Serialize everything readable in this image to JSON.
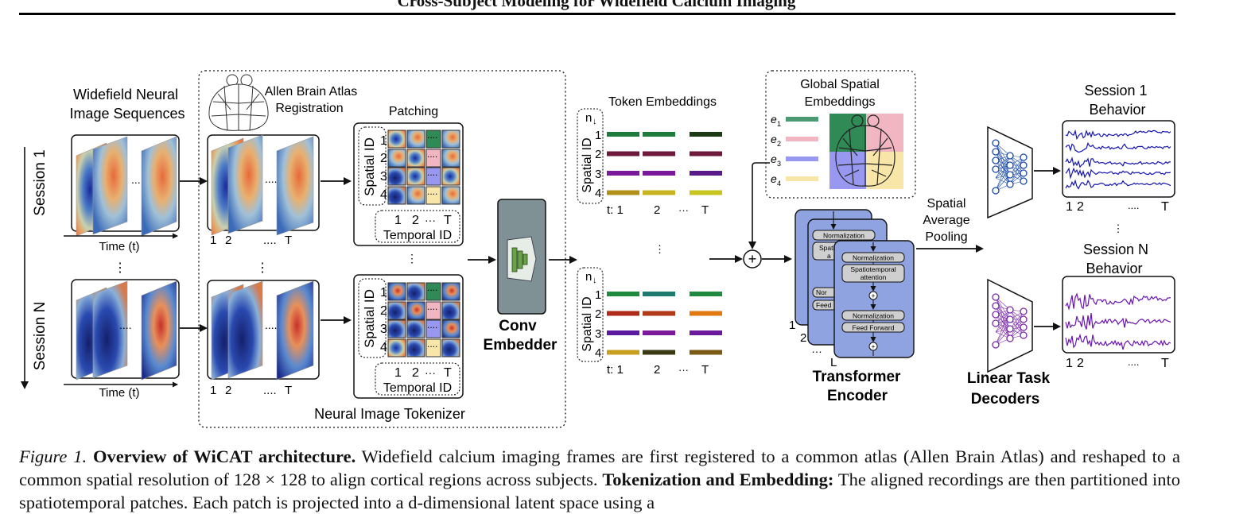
{
  "header": {
    "title": "Cross-Subject Modeling for Widefield Calcium Imaging"
  },
  "figure": {
    "input": {
      "title_line1": "Widefield Neural",
      "title_line2": "Image Sequences",
      "session_top": "Session 1",
      "session_bottom": "Session N",
      "time_label": "Time (t)",
      "dots": "⋮",
      "frame_dots": "....",
      "tick_1": "1",
      "tick_2": "2",
      "tick_ellipsis": "....",
      "tick_T": "T"
    },
    "tokenizer": {
      "atlas_line1": "Allen Brain Atlas",
      "atlas_line2": "Registration",
      "patching": "Patching",
      "spatial_id": "Spatial ID",
      "temporal_id": "Temporal ID",
      "id_1": "1",
      "id_2": "2",
      "id_3": "3",
      "id_4": "4",
      "t_1": "1",
      "t_2": "2",
      "t_ellipsis": "···",
      "t_T": "T",
      "cell_dots": "....",
      "label": "Neural Image Tokenizer",
      "vdots": "⋮"
    },
    "embedder": {
      "line1": "Conv",
      "line2": "Embedder"
    },
    "tokens": {
      "title": "Token Embeddings",
      "n_label": "n",
      "spatial_id": "Spatial ID",
      "row_ids": [
        "1",
        "2",
        "3",
        "4"
      ],
      "t_prefix": "t: 1",
      "t_2": "2",
      "t_ellipsis": "···",
      "t_T": "T",
      "vdots": "⋮",
      "top_colors": [
        [
          "#1f7a3e",
          "#1f7a3e",
          "#1c3a14"
        ],
        [
          "#6e1a3c",
          "#6e1a3c",
          "#6e1a3c"
        ],
        [
          "#7a1a9a",
          "#7a1a9a",
          "#5a1a8a"
        ],
        [
          "#b09018",
          "#c8b420",
          "#c8c420"
        ]
      ],
      "bottom_colors": [
        [
          "#1f8a3e",
          "#1e7a6e",
          "#1f8a3e"
        ],
        [
          "#b02a1a",
          "#b03a1a",
          "#e07a10"
        ],
        [
          "#5a1aa0",
          "#7a1a9a",
          "#6a1a9a"
        ],
        [
          "#c8a020",
          "#3a3a14",
          "#7a5a14"
        ]
      ]
    },
    "global_spatial": {
      "title_line1": "Global Spatial",
      "title_line2": "Embeddings",
      "labels": [
        "e",
        "e",
        "e",
        "e"
      ],
      "subscripts": [
        "1",
        "2",
        "3",
        "4"
      ],
      "colors": [
        "#4a9a72",
        "#f2b6c2",
        "#9898f0",
        "#f8e6a8"
      ]
    },
    "plus": "+",
    "encoder": {
      "normalization": "Normalization",
      "spatiotemporal_line1": "Spatiotemporal",
      "spatiotemporal_line2": "attention",
      "feed_forward": "Feed Forward",
      "partial_spa": "Spati",
      "partial_a": "a",
      "partial_nor": "Nor",
      "partial_feed": "Feed",
      "stack_1": "1",
      "stack_2": "2",
      "stack_dots": "…",
      "stack_L": "L",
      "label_line1": "Transformer",
      "label_line2": "Encoder",
      "color": "#8fa3e0"
    },
    "pooling": {
      "line1": "Spatial",
      "line2": "Average",
      "line3": "Pooling"
    },
    "outputs": {
      "session1_line1": "Session 1",
      "session1_line2": "Behavior",
      "sessionN_line1": "Session N",
      "sessionN_line2": "Behavior",
      "x_1": "1",
      "x_2": "2",
      "x_dots": "....",
      "x_T": "T",
      "vdots": "⋮",
      "color_1": "#1414b4",
      "color_N": "#6a14b4"
    },
    "decoders": {
      "line1": "Linear Task",
      "line2": "Decoders"
    }
  },
  "caption": {
    "figure_label": "Figure 1.",
    "title": "Overview of WiCAT architecture.",
    "text1": " Widefield calcium imaging frames are first registered to a common atlas (Allen Brain Atlas) and reshaped to a common spatial resolution of 128 × 128 to align cortical regions across subjects. ",
    "bold2": "Tokenization and Embedding:",
    "text2": " The aligned recordings are then partitioned into spatiotemporal patches. Each patch is projected into a d-dimensional latent space using a"
  }
}
